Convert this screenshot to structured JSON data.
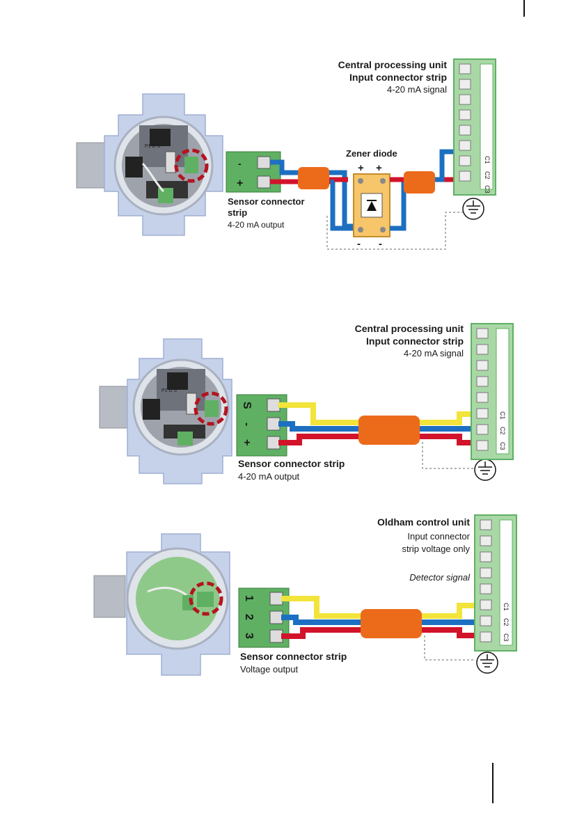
{
  "colors": {
    "housing": "#c6d2ea",
    "housing_edge": "#9fb0d3",
    "terminal_green": "#5fb063",
    "terminal_green_light": "#a9d8a6",
    "wire_red": "#d1142b",
    "wire_blue": "#1d6fc1",
    "wire_yellow": "#f2e43a",
    "sheath_orange": "#ec6b1b",
    "highlight_circle": "#b3141f",
    "zener_yellow": "#f7c56a"
  },
  "diagram1": {
    "cpu_title_line1": "Central processing unit",
    "cpu_title_line2": "Input connector strip",
    "cpu_subtitle": "4-20 mA signal",
    "zener_label": "Zener diode",
    "zener_plus_left": "+",
    "zener_plus_right": "+",
    "zener_minus_left": "-",
    "zener_minus_right": "-",
    "sensor_pin_minus": "-",
    "sensor_pin_plus": "+",
    "sensor_label_line1": "Sensor connector",
    "sensor_label_line2": "strip",
    "sensor_output": "4-20 mA output",
    "strip_c1": "C1",
    "strip_c2": "C2",
    "strip_c3": "C3",
    "pcb_marks": "P1  D S"
  },
  "diagram2": {
    "cpu_title_line1": "Central processing unit",
    "cpu_title_line2": "Input connector strip",
    "cpu_subtitle": "4-20 mA signal",
    "sensor_pin_s": "S",
    "sensor_pin_minus": "-",
    "sensor_pin_plus": "+",
    "sensor_label": "Sensor connector strip",
    "sensor_output": "4-20 mA output",
    "strip_c1": "C1",
    "strip_c2": "C2",
    "strip_c3": "C3",
    "pcb_marks": "P1  D S"
  },
  "diagram3": {
    "unit_title": "Oldham control unit",
    "unit_line2": "Input connector",
    "unit_line3": "strip voltage only",
    "detector_signal": "Detector signal",
    "sensor_pin_1": "1",
    "sensor_pin_2": "2",
    "sensor_pin_3": "3",
    "sensor_label": "Sensor connector strip",
    "sensor_output": "Voltage output",
    "strip_c1": "C1",
    "strip_c2": "C2",
    "strip_c3": "C3"
  }
}
